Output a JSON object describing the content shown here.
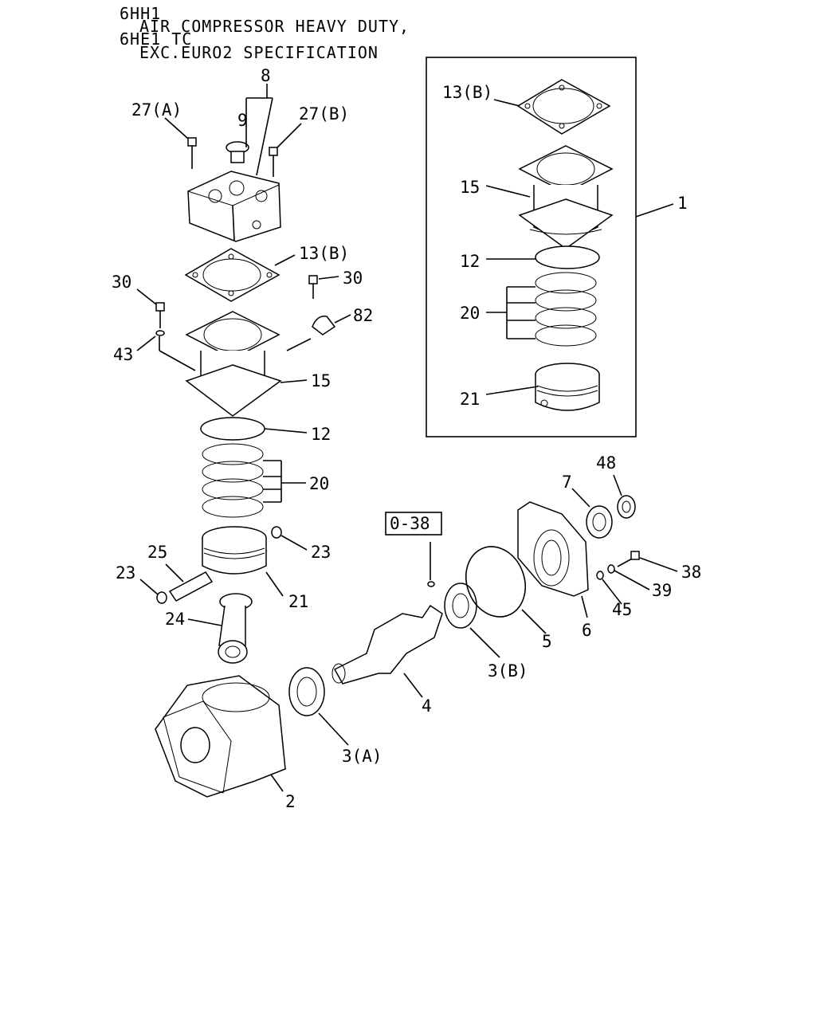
{
  "header": {
    "line1": "6HH1",
    "line2": "AIR COMPRESSOR HEAVY DUTY,",
    "line3": "6HE1 TC",
    "line4": "EXC.EURO2 SPECIFICATION"
  },
  "reference_box": {
    "label": "0-38"
  },
  "callouts": {
    "c8": "8",
    "c27a": "27(A)",
    "c9": "9",
    "c27b": "27(B)",
    "c13b_main": "13(B)",
    "c30_left": "30",
    "c30_right": "30",
    "c82": "82",
    "c43": "43",
    "c15_main": "15",
    "c12_main": "12",
    "c20_main": "20",
    "c23_right": "23",
    "c25": "25",
    "c23_left": "23",
    "c21_main": "21",
    "c24": "24",
    "c2": "2",
    "c3a": "3(A)",
    "c4": "4",
    "c3b": "3(B)",
    "c5": "5",
    "c6": "6",
    "c7": "7",
    "c48": "48",
    "c38": "38",
    "c39": "39",
    "c45": "45",
    "c1": "1",
    "c13b_box": "13(B)",
    "c15_box": "15",
    "c12_box": "12",
    "c20_box": "20",
    "c21_box": "21"
  }
}
